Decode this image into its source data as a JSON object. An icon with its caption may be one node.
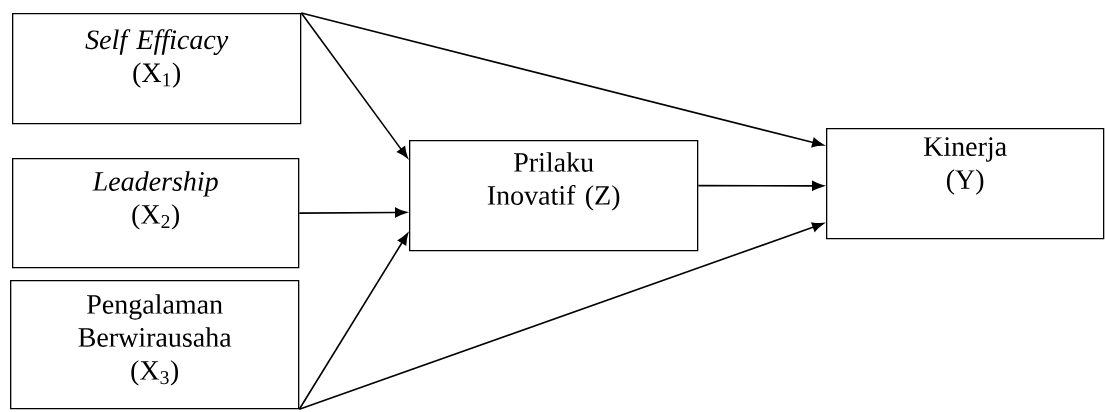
{
  "diagram": {
    "nodes": [
      {
        "text": [
          "*Self Efficacy* (X$_{1}$)"
        ]
      },
      {
        "text": [
          "*Leadership* (X$_{2}$)"
        ]
      },
      {
        "text": [
          "Pengalaman Berwirausaha (X$_{3}$)"
        ]
      },
      {
        "text": [
          "Prilaku Inovatif (Z)"
        ]
      },
      {
        "text": [
          "Kinerja (Y)"
        ]
      }
    ],
    "edges": [
      {
        "from": 0,
        "to": 3,
        "arrow": "to"
      },
      {
        "from": 0,
        "to": 4,
        "arrow": "to"
      },
      {
        "from": 1,
        "to": 3,
        "arrow": "to"
      },
      {
        "from": 2,
        "to": 3,
        "arrow": "to"
      },
      {
        "from": 2,
        "to": 4,
        "arrow": "to"
      },
      {
        "from": 3,
        "to": 4,
        "arrow": "to"
      }
    ]
  }
}
